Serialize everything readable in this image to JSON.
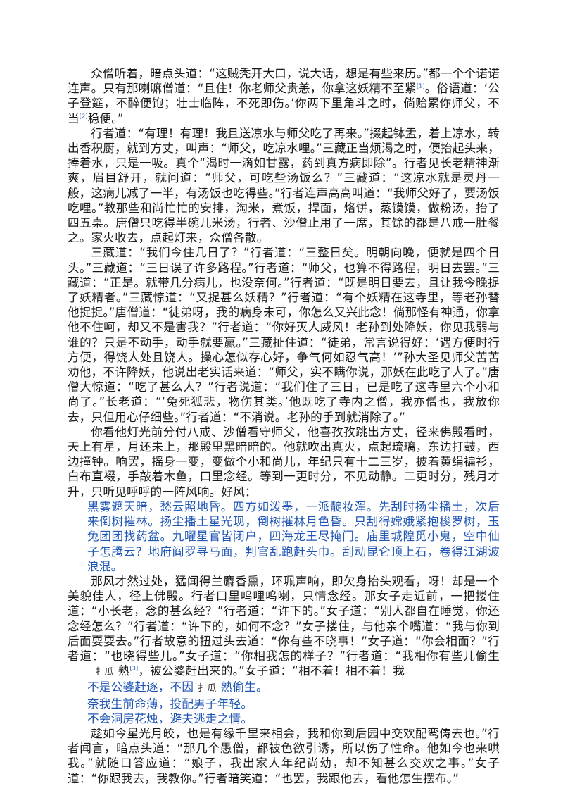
{
  "p1": {
    "a": "众僧听着，暗点头道：“这贼秃开大口，说大话，想是有些来历。”都一个个诺诺连声。只有那喇嘛僧道：“且住！你老师父贵恙，你拿这妖精不至紧",
    "note1": "[1]",
    "b": "。俗语道：‘公子登筵，不醉便饱；壮士临阵，不死即伤。’你两下里角斗之时，倘贻累你师父，不当",
    "note2": "[2]",
    "c": "稳便。”"
  },
  "p2": "行者道：“有理！有理！我且送凉水与师父吃了再来。”掇起钵盂，着上凉水，转出香积厨，就到方丈，叫声：“师父，吃凉水哩。”三藏正当烦渴之时，便抬起头来，捧着水，只是一吸。真个“渴时一滴如甘露，药到真方病即除”。行者见长老精神渐爽，眉目舒开，就问道：“师父，可吃些汤饭么？”三藏道：“这凉水就是灵丹一般，这病儿减了一半，有汤饭也吃得些。”行者连声高高叫道：“我师父好了，要汤饭吃哩。”教那些和尚忙忙的安排，淘米，煮饭，捍面，烙饼，蒸馍馍，做粉汤，抬了四五桌。唐僧只吃得半碗儿米汤，行者、沙僧止用了一席，其馀的都是八戒一肚餐之。家火收去，点起灯来，众僧各散。",
  "p3": "三藏道：“我们今住几日了？”行者道：“三整日矣。明朝向晚，便就是四个日头。”三藏道：“三日误了许多路程。”行者道：“师父，也算不得路程，明日去罢。”三藏道：“正是。就带几分病儿，也没奈何。”行者道：“既是明日要去，且让我今晚捉了妖精者。”三藏惊道：“又捉甚么妖精？”行者道：“有个妖精在这寺里，等老孙替他捉捉。”唐僧道：“徒弟呀，我的病身未可，你怎么又兴此念！倘那怪有神通，你拿他不住呵，却又不是害我？”行者道：“你好灭人威风！老孙到处降妖，你见我弱与谁的？只是不动手，动手就要赢。”三藏扯住道：“徒弟，常言说得好：‘遇方便时行方便，得饶人处且饶人。操心怎似存心好，争气何如忍气高！’”孙大圣见师父苦苦劝他，不许降妖，他说出老实话来道：“师父，实不瞒你说，那妖在此吃了人了。”唐僧大惊道：“吃了甚么人？”行者说道：“我们住了三日，已是吃了这寺里六个小和尚了。”长老道：“‘兔死狐悲，物伤其类。’他既吃了寺内之僧，我亦僧也，我放你去，只但用心仔细些。”行者道：“不消说。老孙的手到就消除了。”",
  "p4": "你看他灯光前分付八戒、沙僧看守师父，他喜孜孜跳出方丈，径来佛殿看时，天上有星，月还未上，那殿里黑暗暗的。他就吹出真火，点起琉璃，东边打鼓，西边撞钟。响罢，摇身一变，变做个小和尚儿，年纪只有十二三岁，披着黄绢褊衫，白布直裰，手敲着木鱼，口里念经。等到一更时分，不见动静。二更时分，残月才升，只听见呼呼的一阵风响。好风：",
  "verse1": "黑雾遮天暗，愁云照地昏。四方如泼墨，一派靛妆浑。先刮时扬尘播土，次后来倒树摧林。扬尘播土星光现，倒树摧林月色昏。只刮得嫦娥紧抱梭罗树，玉兔团团找药盆。九曜星官皆闭户，四海龙王尽掩门。庙里城隍觅小鬼，空中仙子怎腾云？地府阎罗寻马面，判官乱跑赶头巾。刮动昆仑顶上石，卷得江湖波浪混。",
  "p5": {
    "a": "那风才然过处，猛闻得兰麝香熏，环珮声响，即欠身抬头观看，呀！却是一个美貌佳人，径上佛殿。行者口里呜哩呜喇，只情念经。那女子走近前，一把搂住道：“小长老，念的甚么经？”行者道：“许下的。”女子道：“别人都自在睡觉，你还念经怎么？”行者道：“许下的，如何不念？”女子搂住，与他亲个嘴道：“我与你到后面耍耍去。”行者故意的扭过头去道：“你有些不晓事！”女子道：“你会相面？”行者道：“也晓得些儿。”女子道：“你相我怎的样子？”行者道：“我相你有些儿偷生",
    "glyph": "扌瓜",
    "b": "熟",
    "note": "[3]",
    "c": "，被公婆赶出来的。”女子道：“相不着！相不着！我"
  },
  "verse2": {
    "l1a": "不是公婆赶逐，不因",
    "l1glyph": "扌瓜",
    "l1b": "熟偷生。",
    "l2": "奈我生前命薄，投配男子年轻。",
    "l3": "不会洞房花烛，避夫逃走之情。"
  },
  "p6": "趁如今星光月皎，也是有缘千里来相会，我和你到后园中交欢配鸾俦去也。”行者闻言，暗点头道：“那几个愚僧，都被色欲引诱，所以伤了性命。他如今也来哄我。”就随口答应道：“娘子，我出家人年纪尚幼，却不知甚么交欢之事。”女子道：“你跟我去，我教你。”行者暗笑道：“也罢，我跟他去，看他怎生摆布。”"
}
